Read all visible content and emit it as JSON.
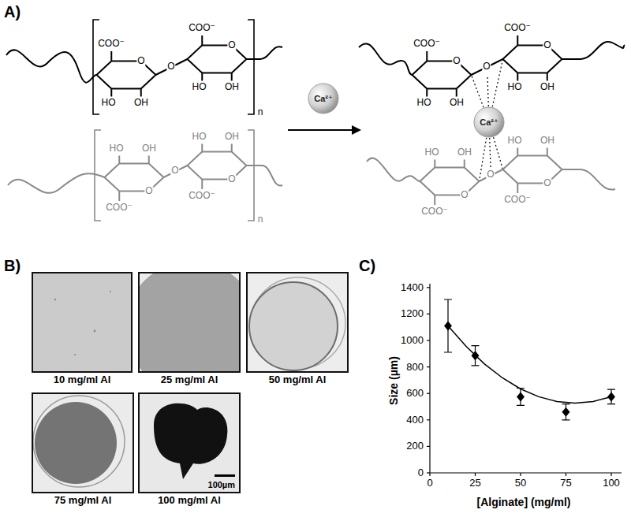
{
  "diagram": {
    "nodes": [
      {
        "text": [
          "Ca²⁺"
        ]
      },
      {
        "text": [
          "Ca²⁺"
        ]
      },
      {
        "text": [
          "10 mg/ml Al"
        ]
      },
      {
        "text": [
          "25 mg/ml Al"
        ]
      },
      {
        "text": [
          "50 mg/ml Al"
        ]
      },
      {
        "text": [
          "75 mg/ml Al"
        ]
      },
      {
        "text": [
          "100 mg/ml Al",
          "100µm"
        ]
      }
    ],
    "labels": [
      "A)",
      "B)",
      "C)",
      "COO⁻",
      "HO",
      "OH",
      "O",
      "O",
      "COO⁻",
      "HO",
      "OH",
      "O",
      "n",
      "HO",
      "OH",
      "O",
      "COO⁻",
      "O",
      "HO",
      "OH",
      "O",
      "COO⁻",
      "n",
      "COO⁻",
      "HO",
      "OH",
      "O",
      "O",
      "COO⁻",
      "HO",
      "OH",
      "O",
      "HO",
      "OH",
      "O",
      "COO⁻",
      "O",
      "HO",
      "OH",
      "O",
      "COO⁻",
      "0",
      "200",
      "400",
      "600",
      "800",
      "1000",
      "1200",
      "1400",
      "0",
      "25",
      "50",
      "75",
      "100",
      "Size (µm)",
      "[Alginate] (mg/ml)"
    ]
  }
}
